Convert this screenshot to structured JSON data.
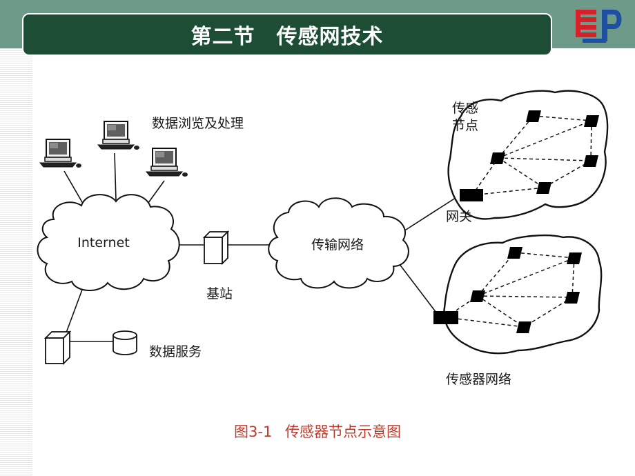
{
  "slide": {
    "title": "第二节　传感网技术"
  },
  "diagram": {
    "labels": {
      "data_browse": "数据浏览及处理",
      "internet": "Internet",
      "base_station": "基站",
      "transport_network": "传输网络",
      "sensor_node": "传感节点",
      "sensor_node_line1": "传感",
      "sensor_node_line2": "节点",
      "gateway": "网关",
      "data_service": "数据服务",
      "sensor_network": "传感器网络"
    },
    "caption": {
      "number": "图3-1",
      "text": "传感器节点示意图"
    }
  },
  "colors": {
    "top_band": "#6d9a89",
    "title_bar": "#1d4d35",
    "caption": "#c0392b",
    "logo_red": "#d4212b",
    "logo_blue": "#1f4fa3"
  }
}
